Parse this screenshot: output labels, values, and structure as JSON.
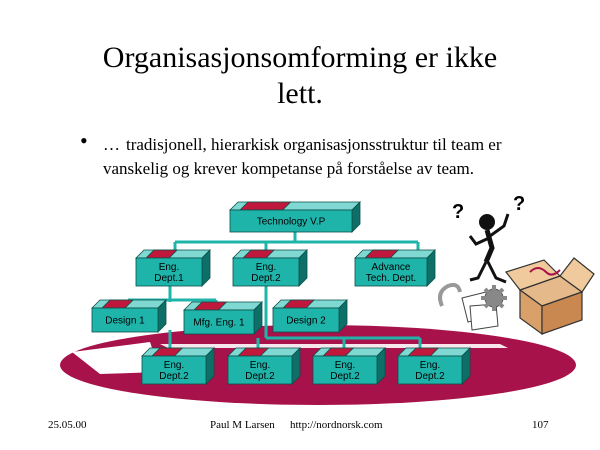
{
  "slide": {
    "title_line1": "Organisasjonsomforming er ikke",
    "title_line2": "lett.",
    "bullet_marker": "•",
    "bullet_ellipsis": "…",
    "bullet_text_line1": "tradisjonell, hierarkisk organisasjonsstruktur til team er",
    "bullet_text_line2": "vanskelig og krever kompetanse på forståelse av team.",
    "footer_date": "25.05.00",
    "footer_author": "Paul M Larsen",
    "footer_url": "http://nordnorsk.com",
    "footer_page": "107"
  },
  "org_chart": {
    "top": "Technology V.P",
    "level2": [
      [
        "Eng.",
        "Dept.1"
      ],
      [
        "Eng.",
        "Dept.2"
      ],
      [
        "Advance",
        "Tech. Dept."
      ]
    ],
    "level3": [
      "Design 1",
      "Mfg. Eng. 1",
      "Design 2"
    ],
    "level4": [
      [
        "Eng.",
        "Dept.2"
      ],
      [
        "Eng.",
        "Dept.2"
      ],
      [
        "Eng.",
        "Dept.2"
      ],
      [
        "Eng.",
        "Dept.2"
      ]
    ]
  },
  "colors": {
    "box_front": "#1fb4aa",
    "box_side": "#0d6f68",
    "box_top_accent": "#c0183c",
    "connector": "#1fb4aa",
    "floor": "#a8124a",
    "floor_outline": "#ffffff"
  },
  "icons": {
    "confused_figure": "confused-stick-figure-icon",
    "box": "cardboard-box-icon",
    "gear": "gear-icon",
    "papers": "scattered-papers-icon"
  }
}
